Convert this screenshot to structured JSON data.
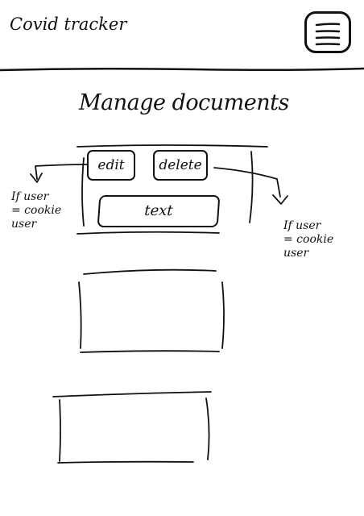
{
  "header": {
    "app_title": "Covid tracker",
    "menu_icon": "hamburger-menu-icon"
  },
  "main": {
    "page_title": "Manage documents",
    "document_card": {
      "edit_label": "edit",
      "delete_label": "delete",
      "text_label": "text"
    },
    "annotations": {
      "left": [
        "If user",
        "= cookie",
        "user"
      ],
      "right": [
        "If user",
        "= cookie",
        "user"
      ]
    }
  },
  "colors": {
    "ink": "#111111",
    "background": "#ffffff"
  }
}
